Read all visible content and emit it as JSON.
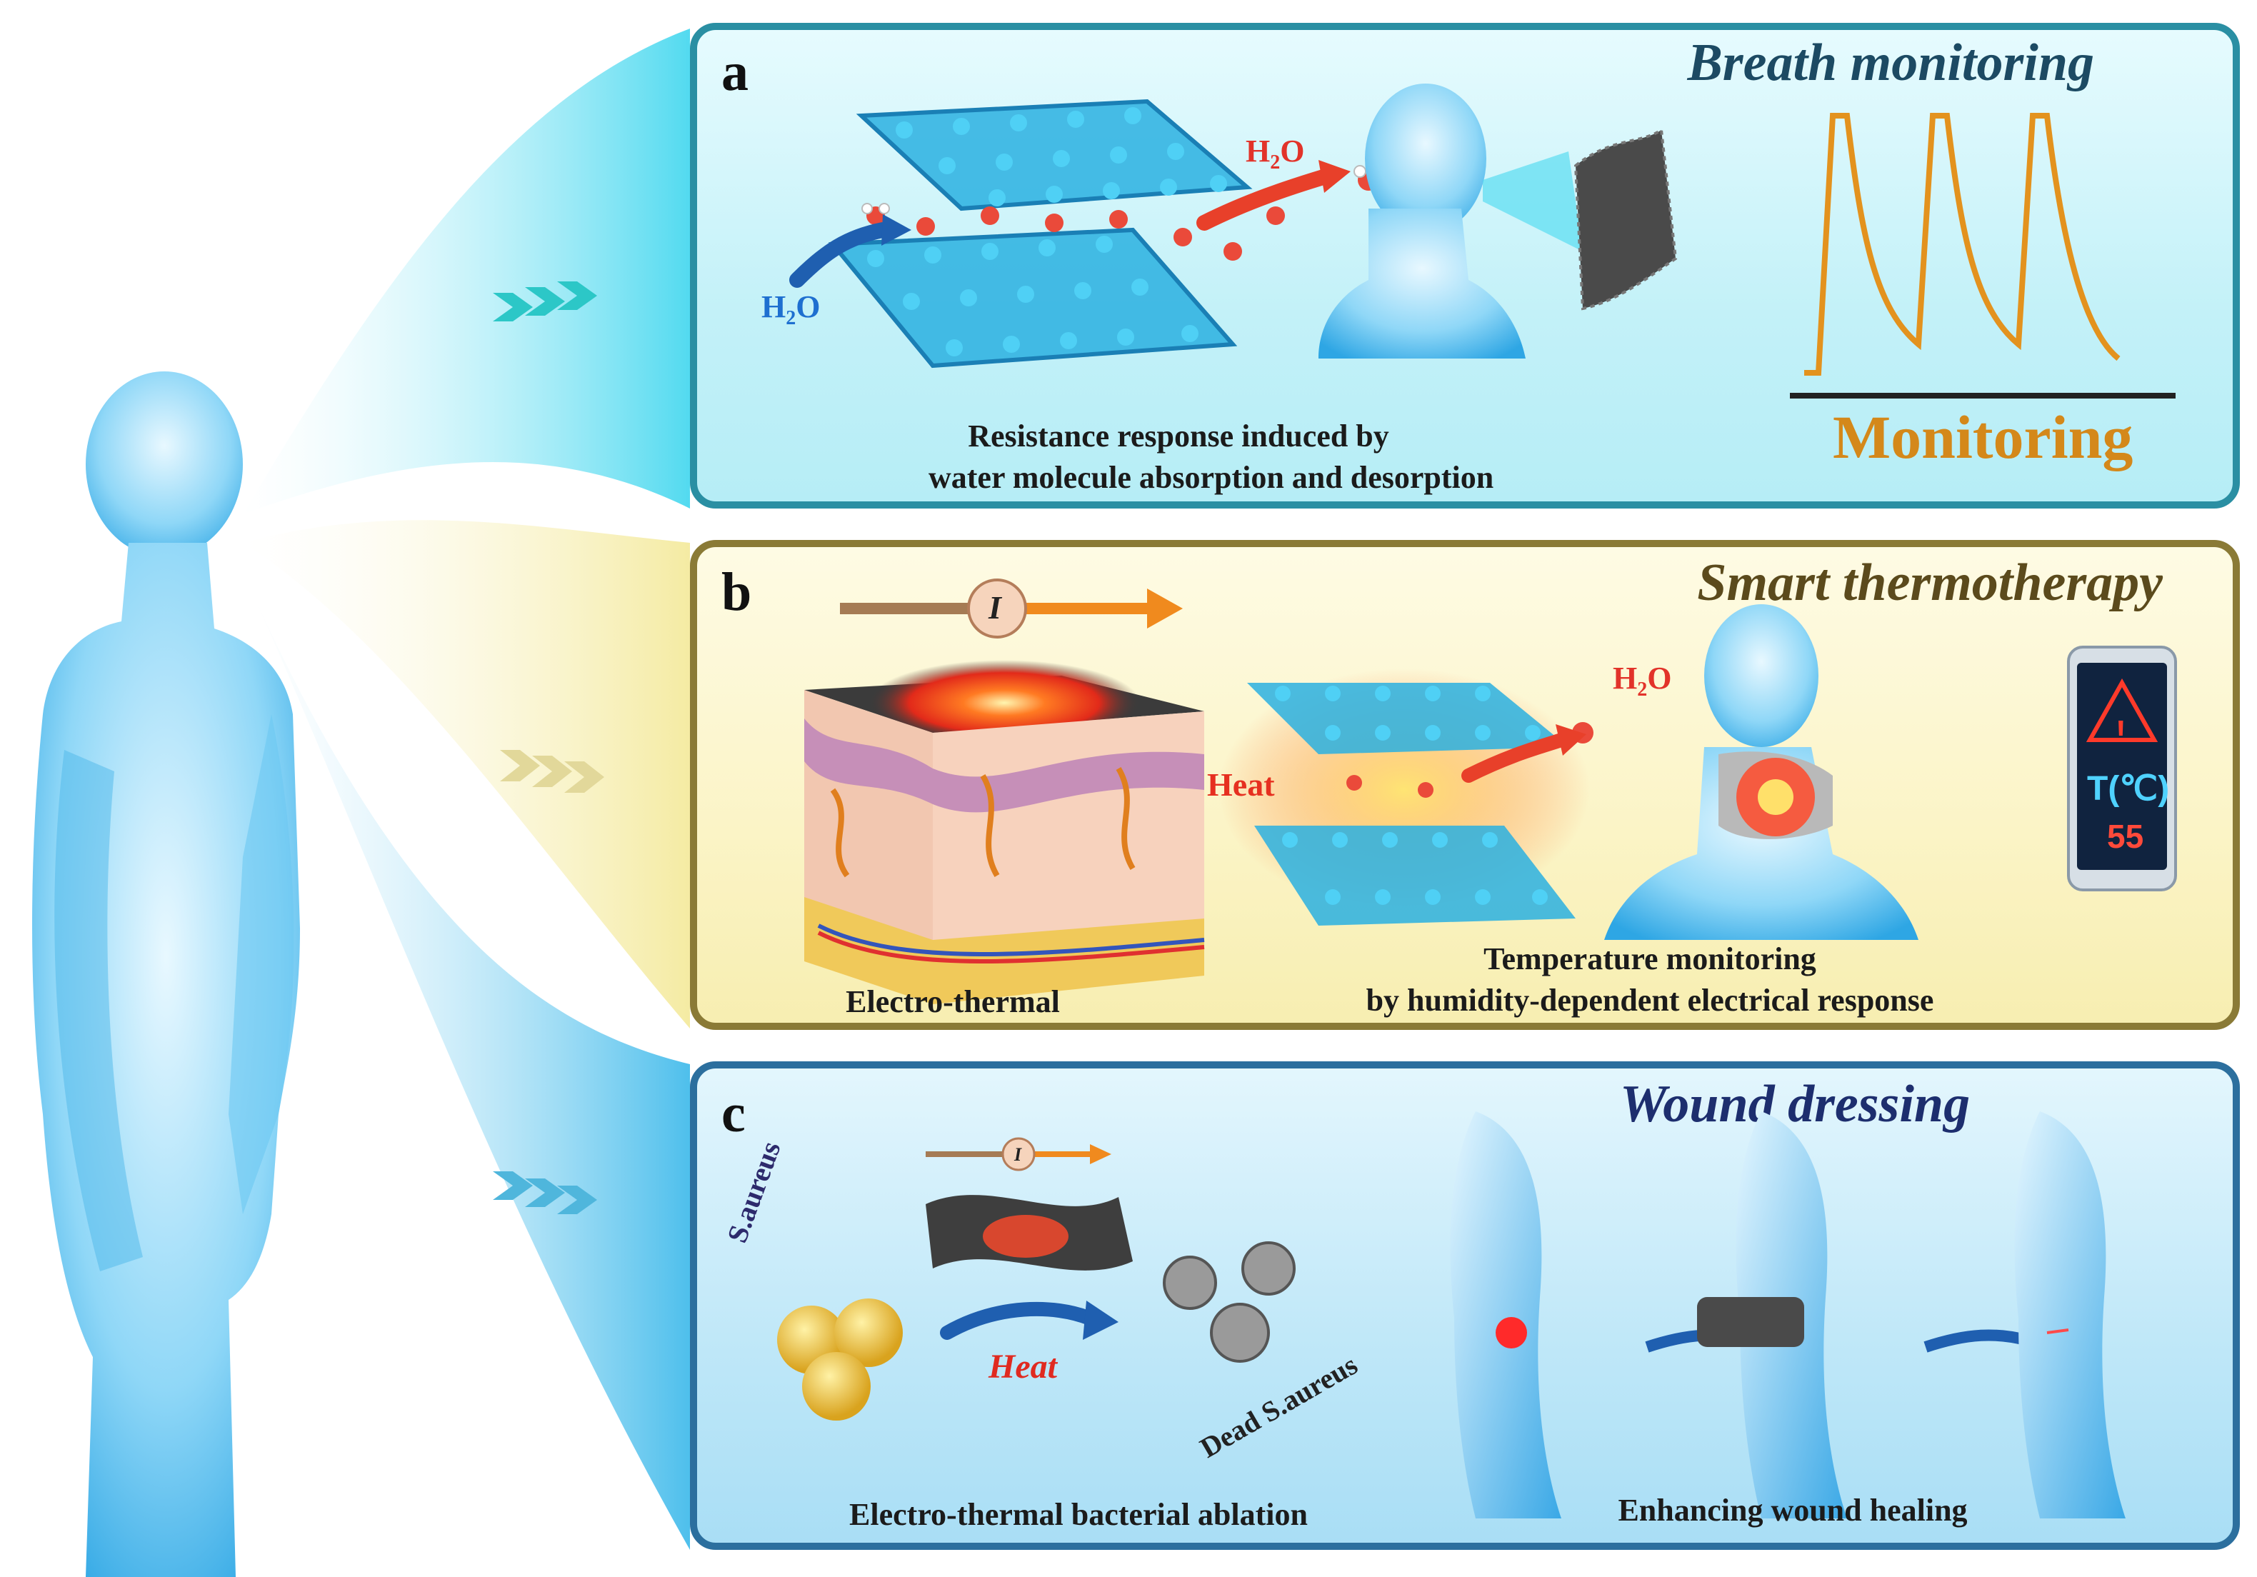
{
  "panels": {
    "a": {
      "letter": "a",
      "title": "Breath monitoring",
      "h2o_in": "H",
      "h2o_in_sub": "2",
      "h2o_in_o": "O",
      "h2o_out": "H",
      "h2o_out_sub": "2",
      "h2o_out_o": "O",
      "caption_line1": "Resistance response induced by",
      "caption_line2": "water molecule absorption and desorption",
      "monitor_label": "Monitoring"
    },
    "b": {
      "letter": "b",
      "title": "Smart thermotherapy",
      "current": "I",
      "heat": "Heat",
      "h2o_out": "H",
      "h2o_out_sub": "2",
      "h2o_out_o": "O",
      "caption_left": "Electro-thermal",
      "caption_line1": "Temperature monitoring",
      "caption_line2": "by humidity-dependent electrical response",
      "phone_alert": "!",
      "phone_temp_label": "T(℃)",
      "phone_temp_value": "55"
    },
    "c": {
      "letter": "c",
      "title": "Wound dressing",
      "current": "I",
      "bacteria": "S.aureus",
      "heat": "Heat",
      "dead_bacteria": "Dead S.aureus",
      "caption_left": "Electro-thermal bacterial ablation",
      "caption_right": "Enhancing wound healing"
    }
  },
  "colors": {
    "panel_a_border": "#2a8fa3",
    "panel_b_border": "#8a7a36",
    "panel_c_border": "#2c6f9e",
    "title_a": "#1c4a63",
    "title_b": "#5b4a1c",
    "title_c": "#1d2e6e",
    "signal": "#e3921e",
    "body": "#5fc4ef"
  }
}
